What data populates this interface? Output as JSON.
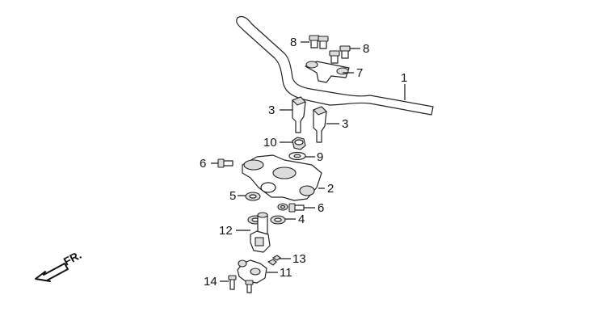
{
  "diagram": {
    "callouts": {
      "c1": "1",
      "c2": "2",
      "c3a": "3",
      "c3b": "3",
      "c4": "4",
      "c5": "5",
      "c6a": "6",
      "c6b": "6",
      "c7": "7",
      "c8a": "8",
      "c8b": "8",
      "c9": "9",
      "c10": "10",
      "c11": "11",
      "c12": "12",
      "c13": "13",
      "c14": "14"
    },
    "direction_label": "FR."
  }
}
